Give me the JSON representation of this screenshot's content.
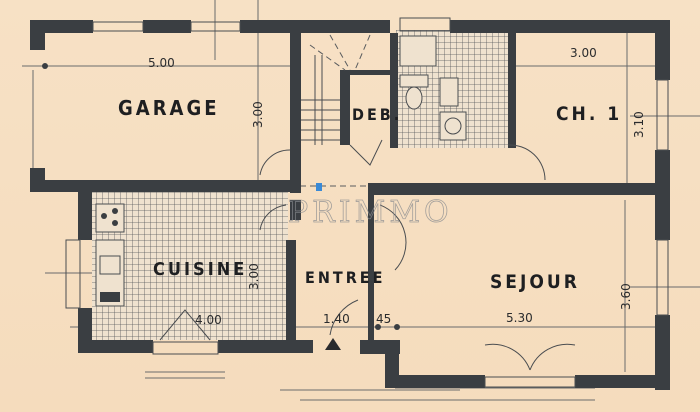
{
  "plan": {
    "watermark": "PRIMMO",
    "colors": {
      "paper": "#f6dfc2",
      "wall": "#3a3e42",
      "ink": "#1e1f21",
      "marker": "#3a8ad6"
    },
    "rooms": {
      "garage": {
        "label": "GARAGE",
        "width": "5.00",
        "depth": "3.00"
      },
      "deb": {
        "label": "DEB."
      },
      "ch1": {
        "label": "CH. 1",
        "width": "3.00",
        "depth": "3.10"
      },
      "cuisine": {
        "label": "CUISINE",
        "width": "4.00",
        "depth": "3.00"
      },
      "entree": {
        "label": "ENTREE",
        "dim_a": "1.40",
        "dim_b": "45"
      },
      "sejour": {
        "label": "SEJOUR",
        "width": "5.30",
        "depth": "3.60"
      }
    }
  }
}
